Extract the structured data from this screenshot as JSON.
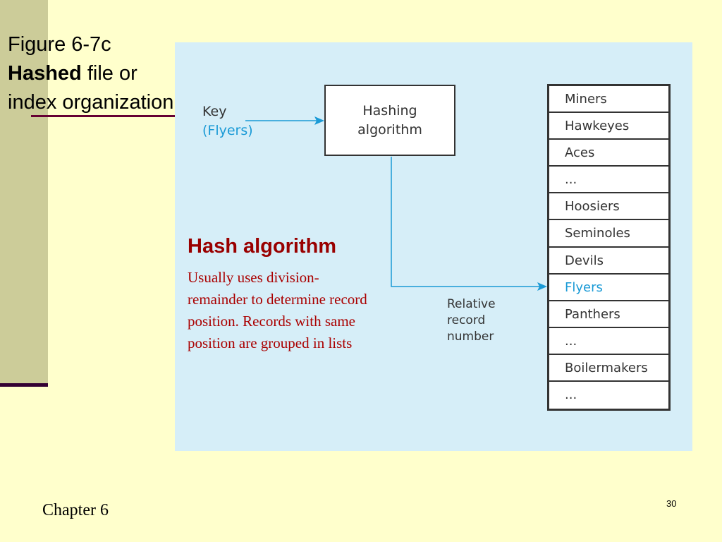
{
  "slide": {
    "title_line1": "Figure 6-7c",
    "title_bold": "Hashed",
    "title_rest": " file or index organization",
    "footer": "Chapter 6",
    "page_number": "30"
  },
  "diagram": {
    "key_label": "Key",
    "key_value": "(Flyers)",
    "hash_box_line1": "Hashing",
    "hash_box_line2": "algorithm",
    "relative_line1": "Relative",
    "relative_line2": "record",
    "relative_line3": "number",
    "records": [
      "Miners",
      "Hawkeyes",
      "Aces",
      "...",
      "Hoosiers",
      "Seminoles",
      "Devils",
      "Flyers",
      "Panthers",
      "...",
      "Boilermakers",
      "..."
    ],
    "highlighted_record": "Flyers",
    "arrow_color": "#1a9ad6"
  },
  "note": {
    "heading": "Hash algorithm",
    "body": "Usually uses division-remainder to determine record position. Records with same position are grouped in lists"
  }
}
